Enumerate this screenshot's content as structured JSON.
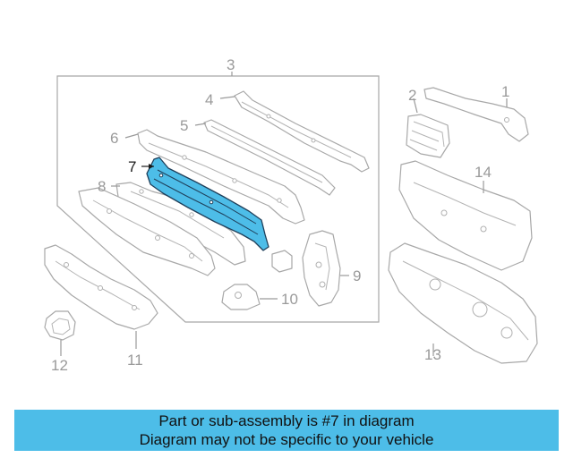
{
  "callouts": {
    "c1": "1",
    "c2": "2",
    "c3": "3",
    "c4": "4",
    "c5": "5",
    "c6": "6",
    "c7": "7",
    "c8": "8",
    "c9": "9",
    "c10": "10",
    "c11": "11",
    "c12": "12",
    "c13": "13",
    "c14": "14"
  },
  "highlighted_part": "7",
  "colors": {
    "highlight": "#4dbde8",
    "banner": "#4dbde8",
    "line": "#a8a8a8"
  },
  "banner": {
    "line1": "Part or sub-assembly is #7 in diagram",
    "line2": "Diagram may not be specific to your vehicle"
  }
}
